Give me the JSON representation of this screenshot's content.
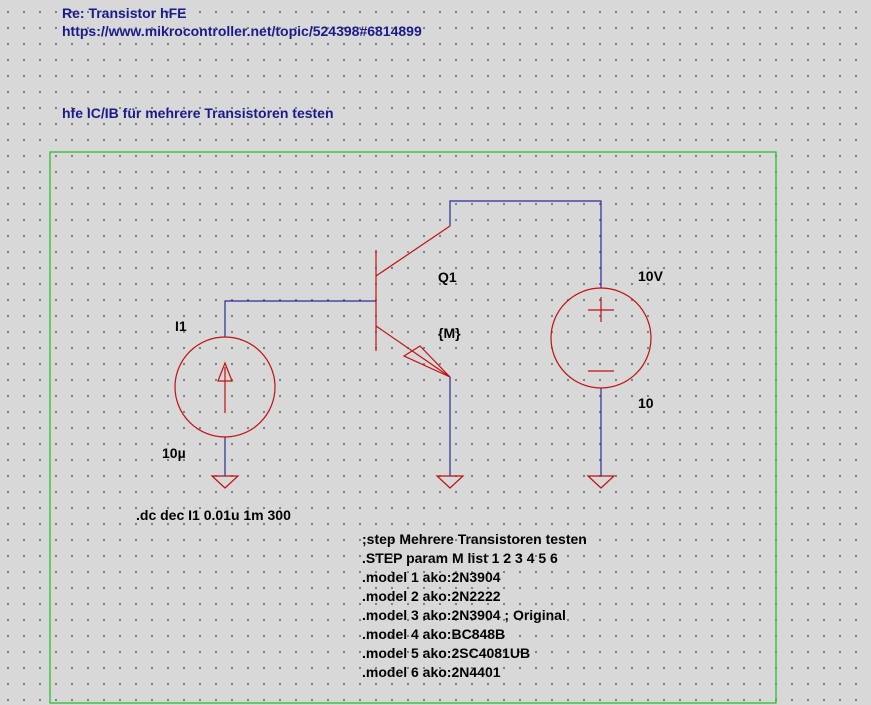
{
  "header": {
    "title": "Re: Transistor hFE",
    "url": "https://www.mikrocontroller.net/topic/524398#6814899",
    "subtitle": "hfe IC/IB für mehrere Transistoren testen"
  },
  "components": {
    "current_source": {
      "name": "I1",
      "value": "10µ",
      "icon": "current-source-icon"
    },
    "transistor": {
      "name": "Q1",
      "model": "{M}",
      "icon": "npn-transistor-icon"
    },
    "voltage_source": {
      "name": "10V",
      "value": "10",
      "icon": "voltage-source-icon"
    }
  },
  "directives": {
    "dc": ".dc dec I1 0.01u 1m 300",
    "step_lines": [
      ";step  Mehrere Transistoren testen",
      ".STEP param M list 1 2 3 4 5 6",
      ".model 1 ako:2N3904",
      ".model 2 ako:2N2222",
      ".model 3 ako:2N3904 ; Original",
      ".model 4 ako:BC848B",
      ".model 5 ako:2SC4081UB",
      ".model 6 ako:2N4401"
    ]
  },
  "colors": {
    "background": "#d8d8d8",
    "wire": "#2a2aa0",
    "component": "#c01010",
    "frame": "#22bb22",
    "header_text": "#1a1a8c"
  }
}
